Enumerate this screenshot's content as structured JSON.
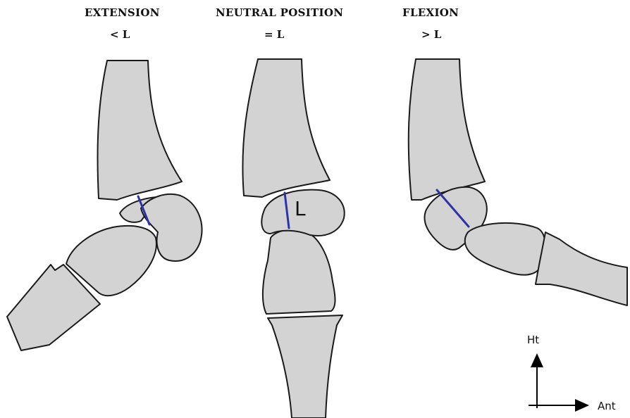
{
  "panels": [
    {
      "title": "EXTENSION",
      "relation": "< L"
    },
    {
      "title": "NEUTRAL POSITION",
      "relation": "= L"
    },
    {
      "title": "FLEXION",
      "relation": "> L"
    }
  ],
  "segment_label": "L",
  "axes": {
    "vertical_label": "Ht",
    "horizontal_label": "Ant"
  },
  "colors": {
    "bone_fill": "#d3d3d3",
    "outline": "#1a1a1a",
    "measurement_line": "#2b33a6"
  }
}
